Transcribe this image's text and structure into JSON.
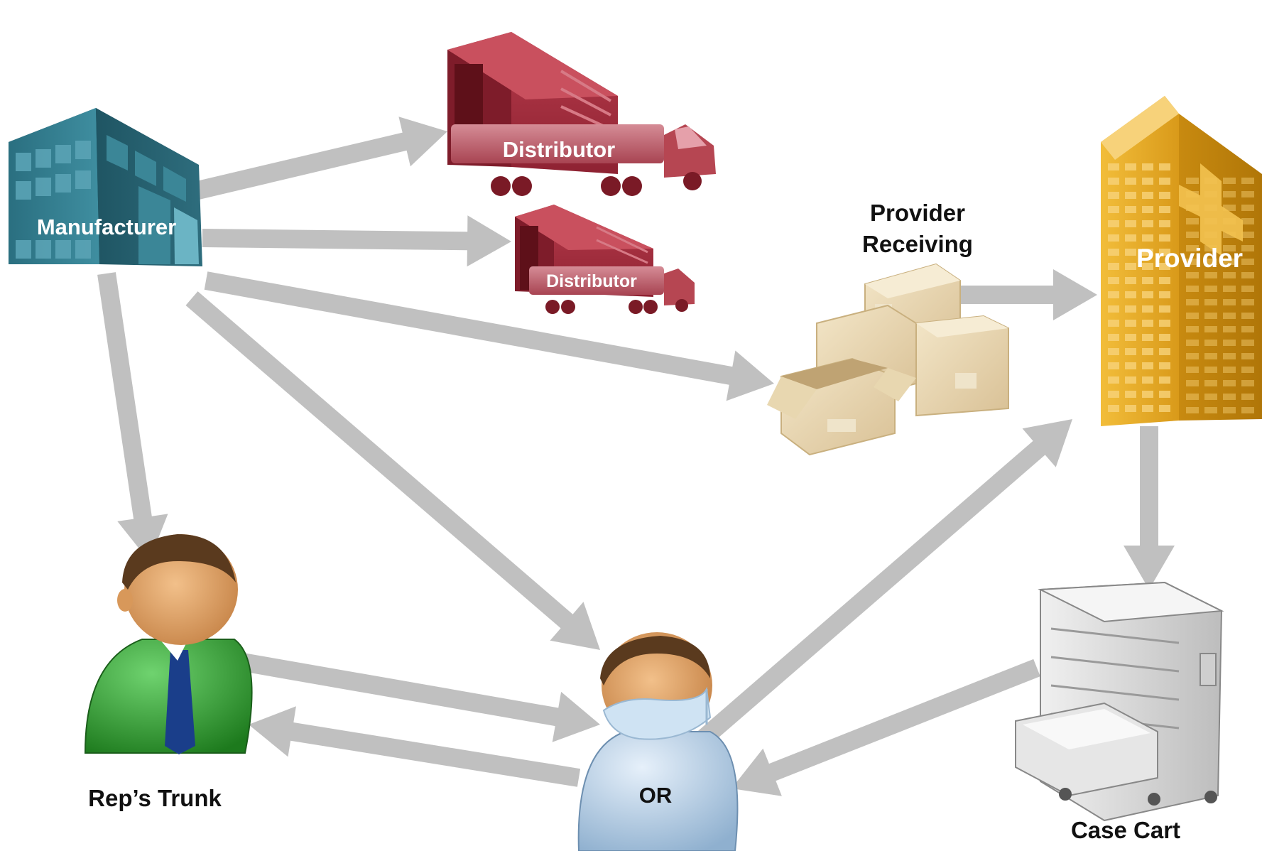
{
  "nodes": {
    "manufacturer": {
      "label": "Manufacturer",
      "icon": "factory-building-icon"
    },
    "distributor_large": {
      "label": "Distributor",
      "icon": "delivery-truck-icon"
    },
    "distributor_small": {
      "label": "Distributor",
      "icon": "delivery-truck-icon"
    },
    "provider_receiving": {
      "label_line1": "Provider",
      "label_line2": "Receiving",
      "icon": "boxes-icon"
    },
    "provider": {
      "label": "Provider",
      "icon": "hospital-tower-icon"
    },
    "reps_trunk": {
      "label": "Rep’s Trunk",
      "icon": "sales-rep-person-icon"
    },
    "or": {
      "label": "OR",
      "icon": "surgeon-person-icon"
    },
    "case_cart": {
      "label": "Case Cart",
      "icon": "case-cart-icon"
    }
  },
  "edges": [
    {
      "from": "Manufacturer",
      "to": "Distributor"
    },
    {
      "from": "Manufacturer",
      "to": "Distributor"
    },
    {
      "from": "Manufacturer",
      "to": "Provider Receiving"
    },
    {
      "from": "Manufacturer",
      "to": "Rep’s Trunk"
    },
    {
      "from": "Manufacturer",
      "to": "OR"
    },
    {
      "from": "Provider Receiving",
      "to": "Provider"
    },
    {
      "from": "Provider",
      "to": "Case Cart"
    },
    {
      "from": "Rep’s Trunk",
      "to": "OR"
    },
    {
      "from": "OR",
      "to": "Rep’s Trunk"
    },
    {
      "from": "OR",
      "to": "Provider"
    },
    {
      "from": "Case Cart",
      "to": "OR"
    }
  ],
  "colors": {
    "arrow": "#c0c0c0",
    "manufacturer": "#2f7585",
    "distributor": "#a8303f",
    "provider": "#e0a020",
    "boxes": "#e2cfa6",
    "rep_suit": "#2f9a2f",
    "surgeon_gown": "#aac4dc",
    "cart": "#d8d8d8"
  }
}
